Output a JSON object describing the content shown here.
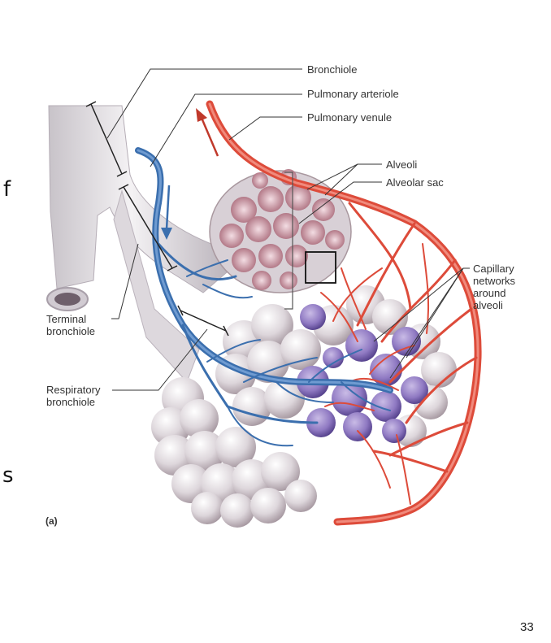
{
  "labels": {
    "bronchiole": "Bronchiole",
    "pulmonary_arteriole": "Pulmonary arteriole",
    "pulmonary_venule": "Pulmonary venule",
    "alveoli": "Alveoli",
    "alveolar_sac": "Alveolar sac",
    "capillary_networks": [
      "Capillary",
      "networks",
      "around",
      "alveoli"
    ],
    "terminal_bronchiole": [
      "Terminal",
      "bronchiole"
    ],
    "respiratory_bronchiole": [
      "Respiratory",
      "bronchiole"
    ]
  },
  "panel_label": "(a)",
  "page_number": "33",
  "edge_text": {
    "upper": "f",
    "lower": "s"
  },
  "colors": {
    "vessel_blue": "#3b6fae",
    "vessel_red": "#dd4b3a",
    "alveolus_pink": "#9a5a6c",
    "tissue_gray": "#d9d3d8",
    "leader_line": "#333333"
  }
}
